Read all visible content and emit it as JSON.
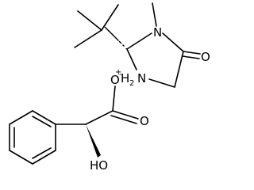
{
  "atoms": {
    "n_methyl": "N",
    "nh2_h": "H",
    "nh2_sub": "2",
    "nh2_n": "N",
    "nh2_charge": "+",
    "ring_carbonyl_o": "O",
    "carboxylate_o_minus": "O",
    "carboxylate_charge": "-",
    "carboxylate_o": "O",
    "hydroxyl_ho": "HO"
  }
}
